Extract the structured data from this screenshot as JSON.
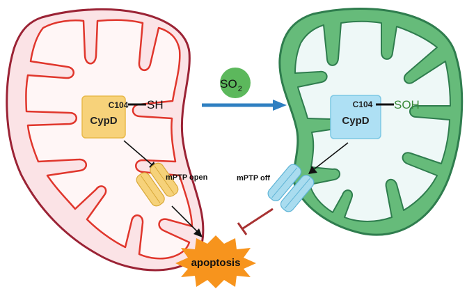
{
  "left_mito": {
    "residue": "C104",
    "group": "SH",
    "protein": "CypD",
    "pore_label": "mPTP open"
  },
  "right_mito": {
    "residue": "C104",
    "group": "SOH",
    "protein": "CypD",
    "pore_label": "mPTP off"
  },
  "treatment": {
    "main": "SO",
    "subscript": "2"
  },
  "outcome": {
    "label": "apoptosis"
  },
  "colors": {
    "left_outer": "#9b2335",
    "left_fill": "#fbe3e6",
    "left_cristae": "#e0362c",
    "left_matrix": "#fff6f6",
    "right_outer": "#2f7d4e",
    "right_fill": "#66bb7a",
    "right_matrix": "#eef8f7",
    "cypd_left": "#f7d27a",
    "cypd_right": "#aee0f4",
    "pore_open": "#f6d27a",
    "pore_off": "#a9dcef",
    "so2_circle": "#5cb85c",
    "arrow_blue": "#2f7fc1",
    "apoptosis": "#f7941d",
    "inhibit": "#a83232",
    "soh_text": "#3a8a3a"
  }
}
